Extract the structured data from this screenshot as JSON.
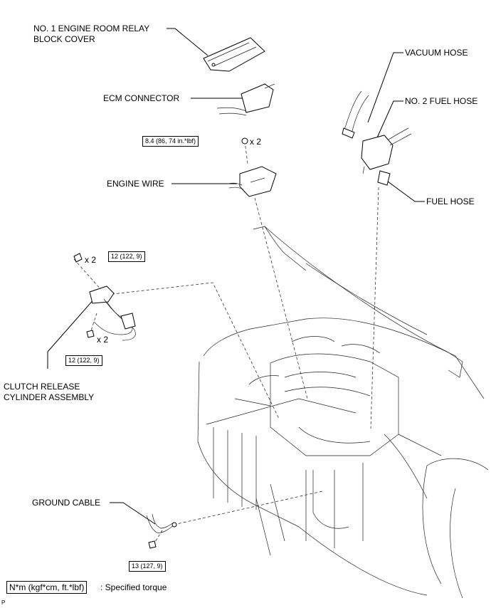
{
  "labels": {
    "relay_cover_line1": "NO. 1 ENGINE ROOM RELAY",
    "relay_cover_line2": "BLOCK COVER",
    "ecm_connector": "ECM CONNECTOR",
    "engine_wire": "ENGINE WIRE",
    "vacuum_hose": "VACUUM HOSE",
    "fuel_hose_2": "NO. 2 FUEL HOSE",
    "fuel_hose": "FUEL HOSE",
    "clutch_line1": "CLUTCH RELEASE",
    "clutch_line2": "CYLINDER ASSEMBLY",
    "ground_cable": "GROUND CABLE"
  },
  "torques": {
    "nut_engine_wire": "8.4 (86, 74 in.*lbf)",
    "bolt_clutch_upper": "12 (122, 9)",
    "bolt_clutch_lower": "12 (122, 9)",
    "bolt_ground": "13 (127, 9)"
  },
  "multipliers": {
    "nut_engine_wire": "x 2",
    "bolt_clutch_upper": "x 2",
    "bolt_clutch_lower": "x 2"
  },
  "legend": {
    "unit_box": "N*m (kgf*cm, ft.*lbf)",
    "text": ": Specified torque"
  },
  "corner_mark": "P"
}
